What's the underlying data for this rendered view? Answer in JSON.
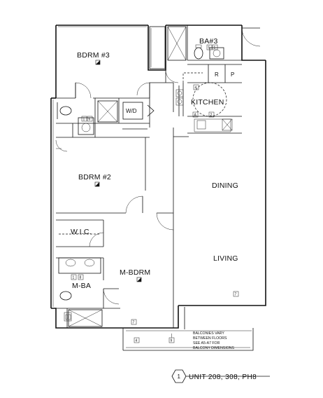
{
  "rooms": {
    "bdrm3": "BDRM #3",
    "ba3": "BA#3",
    "kitchen": "KITCHEN",
    "bdrm2": "BDRM #2",
    "dining": "DINING",
    "wic": "W.I.C.",
    "living": "LIVING",
    "mbdrm": "M-BDRM",
    "mba": "M-BA"
  },
  "fixtures": {
    "washer_dryer": "W/D",
    "refrigerator": "R",
    "pantry": "P"
  },
  "tags": {
    "t1": "1",
    "t2": "2",
    "t3": "3",
    "t4": "4",
    "t5": "5",
    "t6": "6",
    "t7": "7",
    "t8": "8",
    "t9": "9",
    "ta": "A"
  },
  "note": {
    "line1": "BALCONIES VARY",
    "line2": "BETWEEN FLOORS",
    "line3": "SEE A5-A7 FOR",
    "line4": "BALCONY DIMENSIONS"
  },
  "title_block": {
    "number": "1",
    "unit": "UNIT 208, 308, PH8"
  }
}
